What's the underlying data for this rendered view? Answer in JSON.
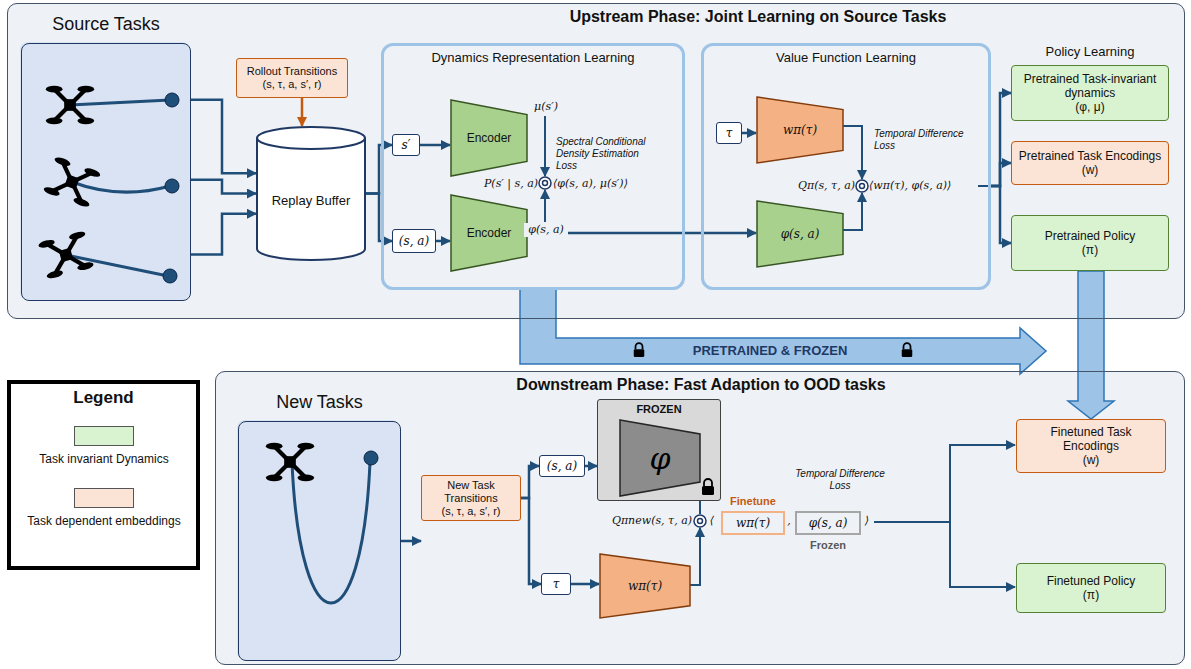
{
  "diagram": {
    "nodes": [
      {
        "text": [
          "Upstream Phase: Joint Learning on Source Tasks"
        ]
      },
      {
        "text": [
          "Source Tasks"
        ],
        "in": 0
      },
      {
        "text": [
          "Rollout Transitions",
          "(s, τ, a, s′, r)"
        ],
        "in": 0
      },
      {
        "text": [
          "Replay Buffer"
        ],
        "in": 0
      },
      {
        "text": [
          "Dynamics Representation Learning"
        ],
        "in": 0
      },
      {
        "text": [
          "s′"
        ],
        "in": 4
      },
      {
        "text": [
          "Encoder"
        ],
        "in": 4
      },
      {
        "text": [
          "(s, a)"
        ],
        "in": 4
      },
      {
        "text": [
          "Encoder"
        ],
        "in": 4
      },
      {
        "text": [
          "Value Function Learning"
        ],
        "in": 0
      },
      {
        "text": [
          "τ"
        ],
        "in": 9
      },
      {
        "text": [
          "wπ(τ)"
        ],
        "in": 9
      },
      {
        "text": [
          "φ(s, a)"
        ],
        "in": 9
      },
      {
        "text": [
          "Pretrained Task-invariant dynamics",
          "(φ, μ)"
        ],
        "in": 0
      },
      {
        "text": [
          "Pretrained Task Encodings",
          "(w)"
        ],
        "in": 0
      },
      {
        "text": [
          "Pretrained Policy",
          "(π)"
        ],
        "in": 0
      },
      {
        "text": [
          "Downstream Phase: Fast Adaption to OOD tasks"
        ]
      },
      {
        "text": [
          "New Tasks"
        ],
        "in": 16
      },
      {
        "text": [
          "New Task Transitions",
          "(s, τ, a, s′, r)"
        ],
        "in": 16
      },
      {
        "text": [
          "(s, a)"
        ],
        "in": 16
      },
      {
        "text": [
          "FROZEN",
          "φ"
        ],
        "in": 16
      },
      {
        "text": [
          "τ"
        ],
        "in": 16
      },
      {
        "text": [
          "wπ(τ)"
        ],
        "in": 16
      },
      {
        "text": [
          "Finetuned Task Encodings",
          "(w)"
        ],
        "in": 16
      },
      {
        "text": [
          "Finetuned Policy",
          "(π)"
        ],
        "in": 16
      },
      {
        "text": [
          "Finetune",
          "wπ(τ)"
        ],
        "in": 16
      },
      {
        "text": [
          "φ(s, a)",
          "Frozen"
        ],
        "in": 16
      }
    ],
    "edges": [
      {
        "from": 1,
        "to": 3,
        "arrow": "to"
      },
      {
        "from": 2,
        "to": 3,
        "arrow": "to"
      },
      {
        "from": 3,
        "to": 5,
        "arrow": "to"
      },
      {
        "from": 3,
        "to": 7,
        "arrow": "to"
      },
      {
        "from": 5,
        "to": 6,
        "arrow": "to"
      },
      {
        "from": 7,
        "to": 8,
        "arrow": "to"
      },
      {
        "from": 8,
        "to": 12,
        "arrow": "to"
      },
      {
        "from": 10,
        "to": 11,
        "arrow": "to"
      },
      {
        "from": 9,
        "to": 13,
        "arrow": "to"
      },
      {
        "from": 9,
        "to": 14,
        "arrow": "to"
      },
      {
        "from": 9,
        "to": 15,
        "arrow": "to"
      },
      {
        "from": 15,
        "to": 23,
        "arrow": "to"
      },
      {
        "from": 17,
        "to": 18,
        "arrow": "to"
      },
      {
        "from": 18,
        "to": 19,
        "arrow": "to"
      },
      {
        "from": 18,
        "to": 21,
        "arrow": "to"
      },
      {
        "from": 19,
        "to": 20,
        "arrow": "to"
      },
      {
        "from": 21,
        "to": 22,
        "arrow": "to"
      }
    ],
    "labels": [
      "Policy Learning",
      "μ(s′)",
      "φ(s, a)",
      "P(s′ | s, a)",
      "⟨φ(s, a), μ(s′)⟩",
      "Spectral Conditional Density Estimation Loss",
      "Qπ(s, τ, a)",
      "⟨wπ(τ), φ(s, a)⟩",
      "Temporal Difference Loss",
      "PRETRAINED & FROZEN",
      "Legend",
      "Qπnew(s, τ, a)",
      "⟨",
      ",",
      "⟩",
      "Temporal Difference Loss"
    ],
    "legend": [
      {
        "text": "Task invariant Dynamics",
        "color": "#d9f2d0"
      },
      {
        "text": "Task dependent embeddings",
        "color": "#fbe3d6"
      }
    ]
  }
}
